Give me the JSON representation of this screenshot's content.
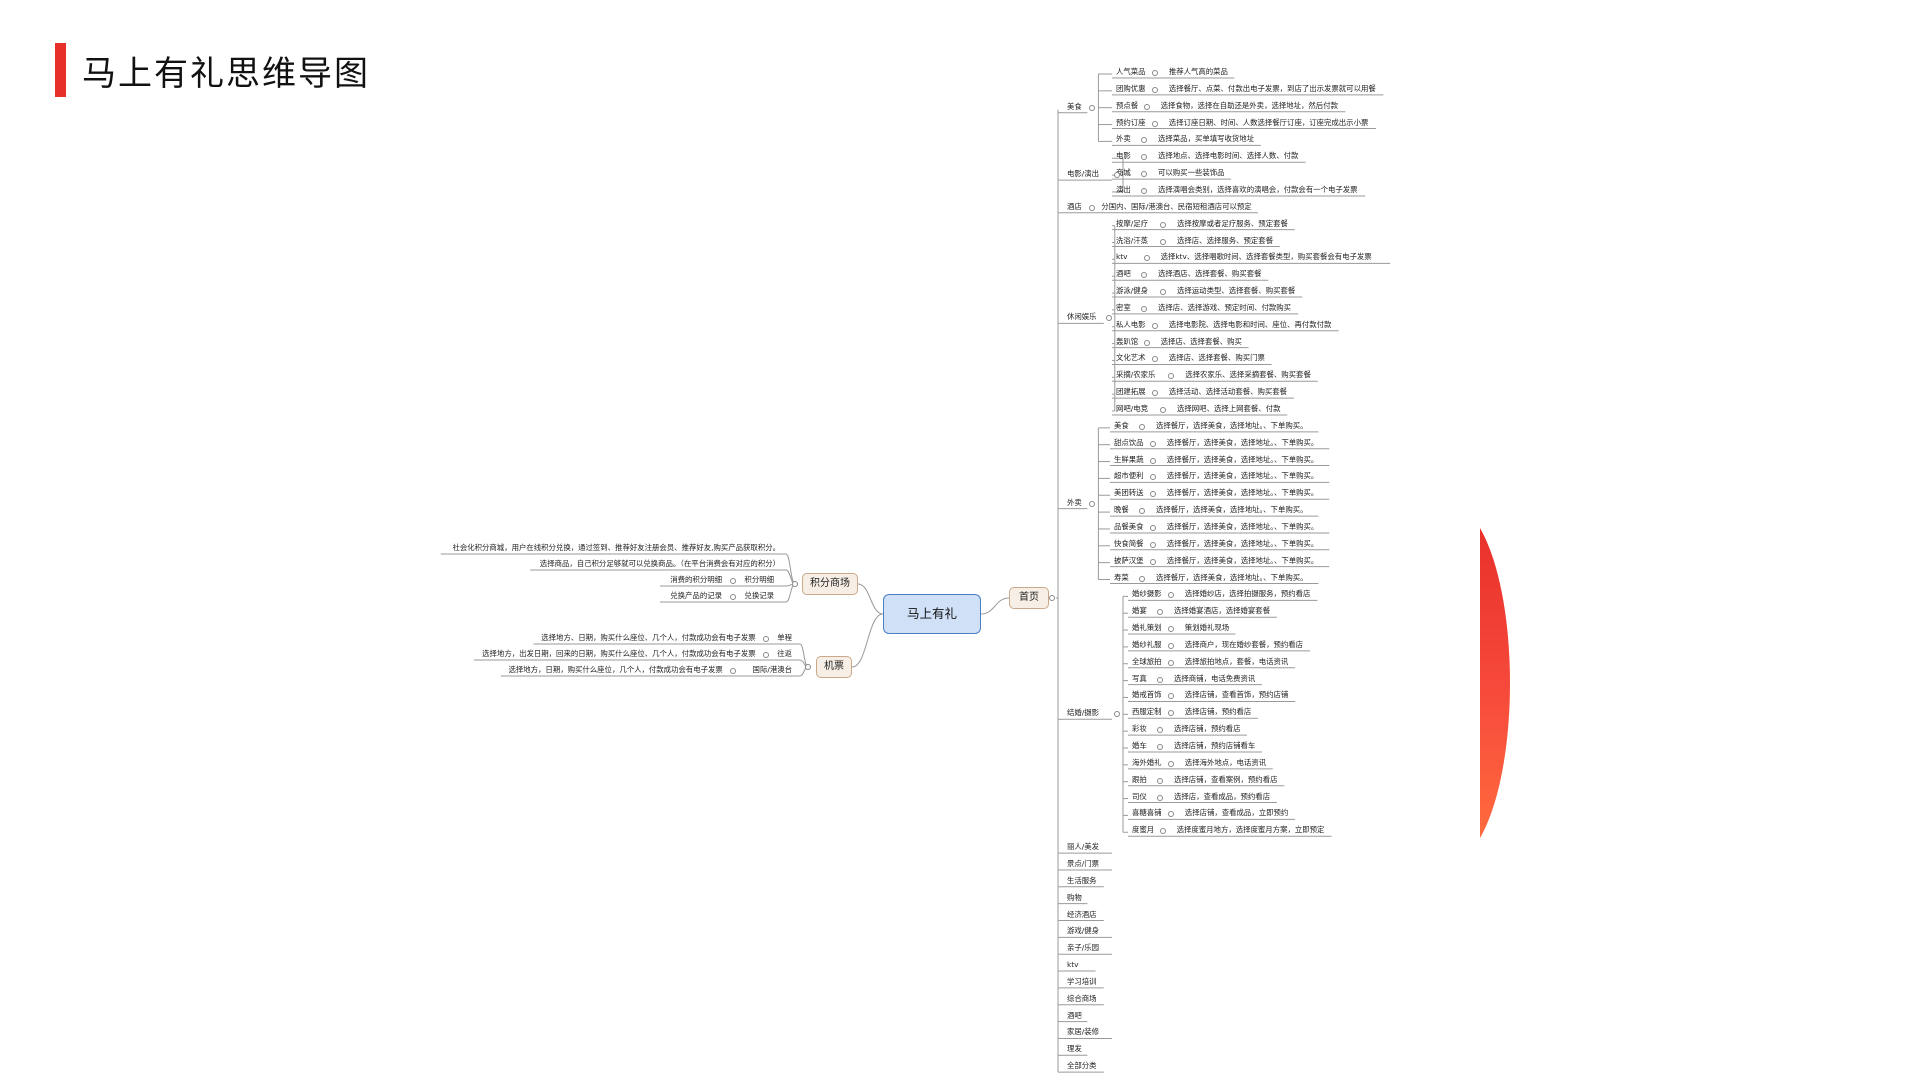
{
  "page": {
    "title": "马上有礼思维导图",
    "accent_color": "#e8302a",
    "root_color": "#cfe0f7"
  },
  "root": "马上有礼",
  "left_branches": [
    {
      "label": "积分商场",
      "items": [
        {
          "key": "",
          "text": "社会化积分商城，用户在线积分兑换，通过签到、推荐好友注册会员、推荐好友,购买产品获取积分。"
        },
        {
          "key": "",
          "text": "选择商品，自己积分足够就可以兑换商品。（在平台消费会有对应的积分）"
        },
        {
          "key": "积分明细",
          "text": "消费的积分明细"
        },
        {
          "key": "兑换记录",
          "text": "兑换产品的记录"
        }
      ]
    },
    {
      "label": "机票",
      "items": [
        {
          "key": "单程",
          "text": "选择地方、日期，购买什么座位、几个人，付款成功会有电子发票"
        },
        {
          "key": "往返",
          "text": "选择地方，出发日期，回来的日期，购买什么座位、几个人，付款成功会有电子发票"
        },
        {
          "key": "国际/港澳台",
          "text": "选择地方，日期，购买什么座位，几个人，付款成功会有电子发票"
        }
      ]
    }
  ],
  "right_branch": {
    "label": "首页",
    "categories": [
      {
        "label": "美食",
        "items": [
          {
            "key": "人气菜品",
            "text": "推荐人气高的菜品"
          },
          {
            "key": "团购优惠",
            "text": "选择餐厅、点菜、付款出电子发票，到店了出示发票就可以用餐"
          },
          {
            "key": "预点餐",
            "text": "选择食物，选择在自助还是外卖，选择地址，然后付款"
          },
          {
            "key": "预约订座",
            "text": "选择订座日期、时间、人数选择餐厅订座，订座完成出示小票"
          },
          {
            "key": "外卖",
            "text": "选择菜品，买单填写收货地址"
          }
        ]
      },
      {
        "label": "电影/演出",
        "items": [
          {
            "key": "电影",
            "text": "选择地点、选择电影时间、选择人数、付款"
          },
          {
            "key": "商城",
            "text": "可以购买一些装饰品"
          },
          {
            "key": "演出",
            "text": "选择演唱会类别，选择喜欢的演唱会，付款会有一个电子发票"
          }
        ]
      },
      {
        "label": "酒店",
        "items": [],
        "text": "分国内、国际/港澳台、民宿短租酒店可以预定"
      },
      {
        "label": "休闲娱乐",
        "items": [
          {
            "key": "按摩/足疗",
            "text": "选择按摩或者足疗服务、预定套餐"
          },
          {
            "key": "洗浴/汗蒸",
            "text": "选择店、选择服务、预定套餐"
          },
          {
            "key": "ktv",
            "text": "选择ktv、选择唱歌时间、选择套餐类型，购买套餐会有电子发票"
          },
          {
            "key": "酒吧",
            "text": "选择酒店、选择套餐、购买套餐"
          },
          {
            "key": "游泳/健身",
            "text": "选择运动类型、选择套餐、购买套餐"
          },
          {
            "key": "密室",
            "text": "选择店、选择游戏、预定时间、付款购买"
          },
          {
            "key": "私人电影",
            "text": "选择电影院、选择电影和时间、座位、再付款付款"
          },
          {
            "key": "轰趴馆",
            "text": "选择店、选择套餐、购买"
          },
          {
            "key": "文化艺术",
            "text": "选择店、选择套餐、购买门票"
          },
          {
            "key": "采摘/农家乐",
            "text": "选择农家乐、选择采摘套餐、购买套餐"
          },
          {
            "key": "团建拓展",
            "text": "选择活动、选择活动套餐、购买套餐"
          },
          {
            "key": "网吧/电竞",
            "text": "选择网吧、选择上网套餐、付款"
          }
        ]
      },
      {
        "label": "外卖",
        "items": [
          {
            "key": "美食",
            "text": "选择餐厅，选择美食，选择地址。、下单购买。"
          },
          {
            "key": "甜点饮品",
            "text": "选择餐厅，选择美食，选择地址。、下单购买。"
          },
          {
            "key": "生鲜果蔬",
            "text": "选择餐厅，选择美食，选择地址。、下单购买。"
          },
          {
            "key": "超市便利",
            "text": "选择餐厅，选择美食，选择地址。、下单购买。"
          },
          {
            "key": "美团转送",
            "text": "选择餐厅，选择美食，选择地址。、下单购买。"
          },
          {
            "key": "晚餐",
            "text": "选择餐厅，选择美食，选择地址。、下单购买。"
          },
          {
            "key": "品餐美食",
            "text": "选择餐厅，选择美食，选择地址。、下单购买。"
          },
          {
            "key": "快食简餐",
            "text": "选择餐厅，选择美食，选择地址。、下单购买。"
          },
          {
            "key": "披萨汉堡",
            "text": "选择餐厅，选择美食，选择地址。、下单购买。"
          },
          {
            "key": "寿菜",
            "text": "选择餐厅，选择美食，选择地址。、下单购买。"
          }
        ]
      },
      {
        "label": "结婚/摄影",
        "items": [
          {
            "key": "婚纱摄影",
            "text": "选择婚纱店，选择拍摄服务，预约看店"
          },
          {
            "key": "婚宴",
            "text": "选择婚宴酒店，选择婚宴套餐"
          },
          {
            "key": "婚礼策划",
            "text": "策划婚礼现场"
          },
          {
            "key": "婚纱礼服",
            "text": "选择商户，现在婚纱套餐，预约看店"
          },
          {
            "key": "全球旅拍",
            "text": "选择旅拍地点，套餐，电话资讯"
          },
          {
            "key": "写真",
            "text": "选择商铺，电话免费资讯"
          },
          {
            "key": "婚戒首饰",
            "text": "选择店铺，查看首饰，预约店铺"
          },
          {
            "key": "西服定制",
            "text": "选择店铺，预约看店"
          },
          {
            "key": "彩妆",
            "text": "选择店铺，预约看店"
          },
          {
            "key": "婚车",
            "text": "选择店铺，预约店铺看车"
          },
          {
            "key": "海外婚礼",
            "text": "选择海外地点，电话资讯"
          },
          {
            "key": "跟拍",
            "text": "选择店铺，查看案例，预约看店"
          },
          {
            "key": "司仪",
            "text": "选择店，查看成品，预约看店"
          },
          {
            "key": "喜糖喜铺",
            "text": "选择店铺，查看成品，立即预约"
          },
          {
            "key": "度蜜月",
            "text": "选择度蜜月地方，选择度蜜月方案，立即预定"
          }
        ]
      },
      {
        "label": "丽人/美发",
        "items": []
      },
      {
        "label": "景点/门票",
        "items": []
      },
      {
        "label": "生活服务",
        "items": []
      },
      {
        "label": "购物",
        "items": []
      },
      {
        "label": "经济酒店",
        "items": []
      },
      {
        "label": "游戏/健身",
        "items": []
      },
      {
        "label": "亲子/乐园",
        "items": []
      },
      {
        "label": "ktv",
        "items": []
      },
      {
        "label": "学习培训",
        "items": []
      },
      {
        "label": "综合商场",
        "items": []
      },
      {
        "label": "酒吧",
        "items": []
      },
      {
        "label": "家居/装修",
        "items": []
      },
      {
        "label": "理发",
        "items": []
      },
      {
        "label": "全部分类",
        "items": []
      }
    ]
  }
}
